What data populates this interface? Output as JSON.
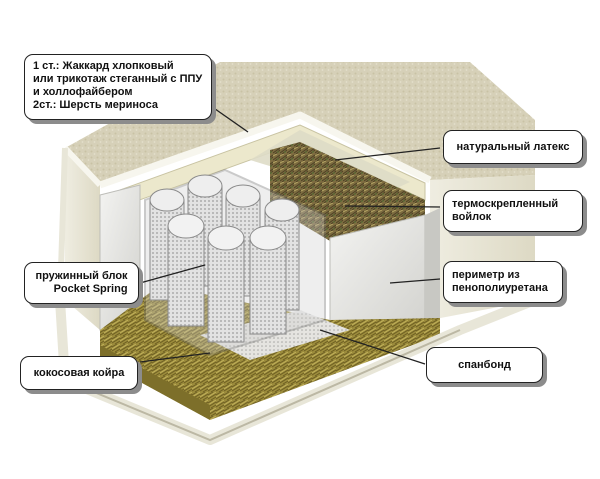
{
  "labels": {
    "top_cover": {
      "lines": [
        "1 ст.: Жаккард хлопковый",
        "или трикотаж стеганный с ППУ",
        "и холлофайбером",
        "2ст.: Шерсть мериноса"
      ]
    },
    "latex": {
      "lines": [
        "натуральный латекс"
      ]
    },
    "felt": {
      "lines": [
        "термоскрепленный",
        "войлок"
      ]
    },
    "perimeter": {
      "lines": [
        "периметр из",
        "пенополиуретана"
      ]
    },
    "spring_block": {
      "lines": [
        "пружинный блок",
        "Pocket Spring"
      ]
    },
    "spunbond": {
      "lines": [
        "спанбонд"
      ]
    },
    "coir": {
      "lines": [
        "кокосовая койра"
      ]
    }
  },
  "colors": {
    "cover": "#d9d4bf",
    "cover_edge": "#f2f0e4",
    "foam": "#e6e6e3",
    "foam_shadow": "#c9c9c4",
    "latex": "#e9e5c9",
    "felt": "#7a6a3e",
    "coir": "#9a8a3a",
    "spring_fabric": "#dcdcdc",
    "callout_border": "#222222",
    "callout_shadow": "#8c8c8c"
  },
  "icons": {
    "mattress": "mattress-cutaway-illustration"
  }
}
